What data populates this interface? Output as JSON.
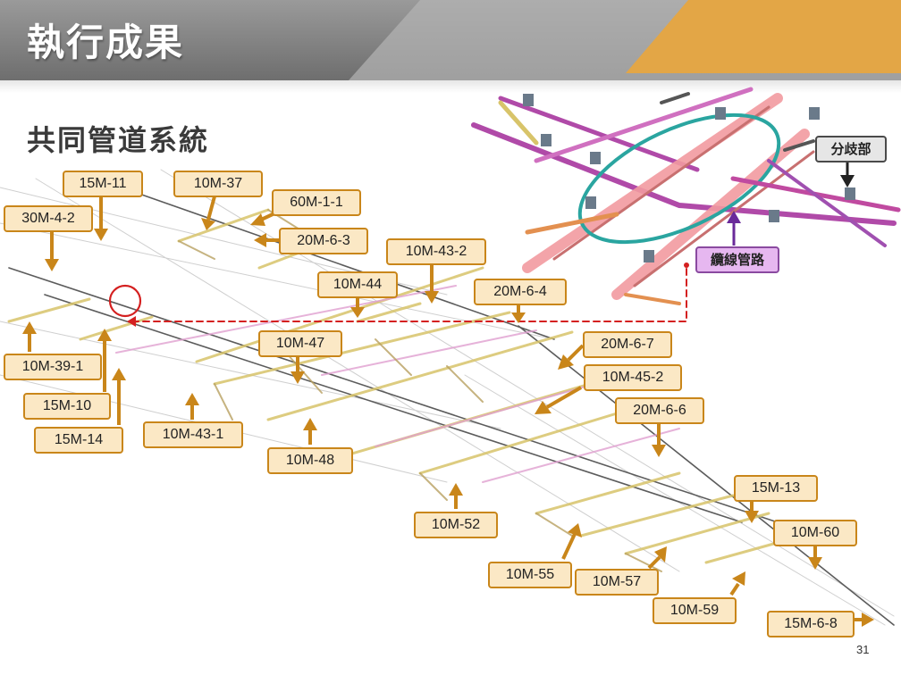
{
  "header": {
    "title": "執行成果"
  },
  "subtitle": "共同管道系統",
  "page_number": "31",
  "colors": {
    "arrow": "#c9861a",
    "label_fill": "#fbe8c5",
    "header_gray": "#8a8a8a",
    "header_accent": "#e3a646",
    "highlight_red": "#d42020",
    "cable_purple": "#8a4aa0",
    "pipe_pink": "#f29aa0",
    "pipe_teal": "#2aa5a0"
  },
  "road_labels": [
    "15M-11",
    "10M-37",
    "60M-1-1",
    "30M-4-2",
    "20M-6-3",
    "10M-43-2",
    "10M-44",
    "20M-6-4",
    "10M-39-1",
    "10M-47",
    "20M-6-7",
    "10M-45-2",
    "15M-10",
    "20M-6-6",
    "15M-14",
    "10M-43-1",
    "10M-48",
    "15M-13",
    "10M-52",
    "10M-60",
    "10M-55",
    "10M-57",
    "10M-59",
    "15M-6-8"
  ],
  "callouts": {
    "branch": "分歧部",
    "cable": "纜線管路"
  }
}
